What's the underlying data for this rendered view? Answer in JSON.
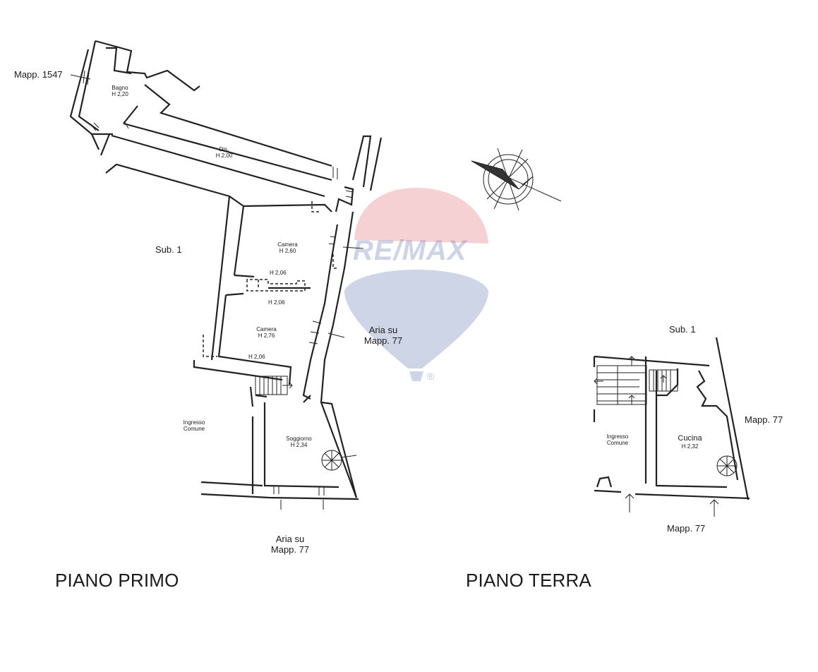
{
  "first_floor": {
    "caption": "PIANO PRIMO",
    "neighbor_mapp_1547": "Mapp. 1547",
    "sub1": "Sub. 1",
    "bagno": {
      "name": "Bagno",
      "height": "H 2,20"
    },
    "dis": {
      "name": "Dis.",
      "height": "H 2,00"
    },
    "camera_1": {
      "name": "Camera",
      "height": "H 2,60"
    },
    "beam_1": "H 2,06",
    "beam_2": "H 2,06",
    "camera_2": {
      "name": "Camera",
      "height": "H 2,76"
    },
    "beam_3": "H 2,06",
    "ingresso": {
      "line1": "Ingresso",
      "line2": "Comune"
    },
    "soggiorno": {
      "name": "Soggiorno",
      "height": "H 2,34"
    },
    "aria_side": {
      "line1": "Aria su",
      "line2": "Mapp. 77"
    },
    "aria_bottom": {
      "line1": "Aria su",
      "line2": "Mapp. 77"
    }
  },
  "ground_floor": {
    "caption": "PIANO TERRA",
    "sub1": "Sub. 1",
    "mapp_right": "Mapp. 77",
    "mapp_bottom": "Mapp. 77",
    "ingresso": {
      "line1": "Ingresso",
      "line2": "Comune"
    },
    "cucina": {
      "name": "Cucina",
      "height": "H 2,32"
    }
  },
  "watermark": {
    "brand": "RE/MAX",
    "registered": "®",
    "colors": {
      "red": "#d9333f",
      "blue": "#1d3f8f"
    }
  },
  "compass": {
    "icon": "north-arrow-icon"
  }
}
